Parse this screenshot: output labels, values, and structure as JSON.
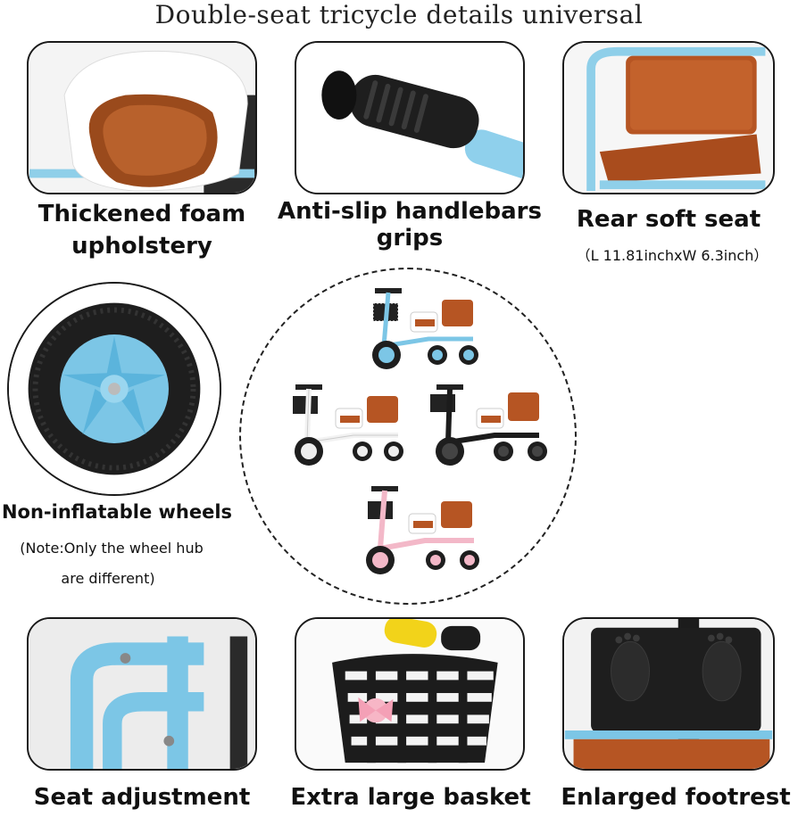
{
  "title": "Double-seat tricycle details universal",
  "features": {
    "foam": {
      "caption": "Thickened foam upholstery"
    },
    "grips": {
      "caption": "Anti-slip handlebars grips"
    },
    "rear_seat": {
      "caption": "Rear soft seat",
      "note": "（L 11.81inchxW 6.3inch）"
    },
    "wheels": {
      "caption": "Non-inflatable wheels",
      "note_line1": "(Note:Only the wheel hub",
      "note_line2": "are different)"
    },
    "seat_adjust": {
      "caption": "Seat adjustment"
    },
    "basket": {
      "caption": "Extra large basket"
    },
    "footrest": {
      "caption": "Enlarged footrest"
    }
  },
  "colors": {
    "frame_blue": "#7cc6e6",
    "seat_brown": "#b85a25",
    "pink": "#f3b8c8",
    "dark": "#1c1c1c"
  },
  "variants": [
    "blue",
    "white",
    "black",
    "pink"
  ]
}
